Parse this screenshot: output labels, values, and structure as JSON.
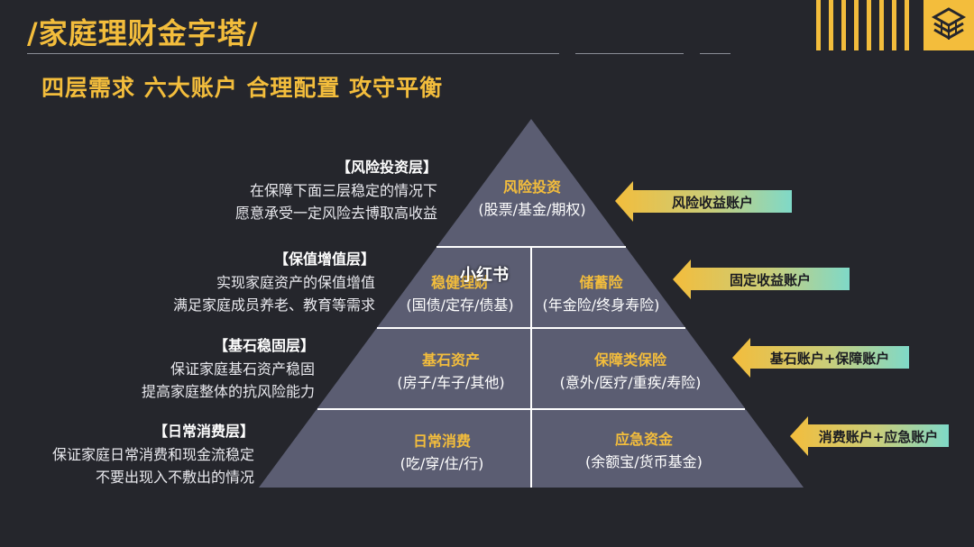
{
  "title": "/家庭理财金字塔/",
  "subtitle": "四层需求 六大账户 合理配置 攻守平衡",
  "watermark": "小红书",
  "colors": {
    "accent": "#f3bd3c",
    "background": "#25262c",
    "pyramid": "#5b5d72",
    "arrow_tip": "#f3bd3c",
    "arrow_tail": "#7fd9c8"
  },
  "layers": [
    {
      "title": "【风险投资层】",
      "lines": [
        "在保障下面三层稳定的情况下",
        "愿意承受一定风险去博取高收益"
      ]
    },
    {
      "title": "【保值增值层】",
      "lines": [
        "实现家庭资产的保值增值",
        "满足家庭成员养老、教育等需求"
      ]
    },
    {
      "title": "【基石稳固层】",
      "lines": [
        "保证家庭基石资产稳固",
        "提高家庭整体的抗风险能力"
      ]
    },
    {
      "title": "【日常消费层】",
      "lines": [
        "保证家庭日常消费和现金流稳定",
        "不要出现入不敷出的情况"
      ]
    }
  ],
  "pyramid_cells": [
    {
      "name": "风险投资",
      "sub": "(股票/基金/期权)"
    },
    {
      "name": "稳健理财",
      "sub": "(国债/定存/债基)"
    },
    {
      "name": "储蓄险",
      "sub": "(年金险/终身寿险)"
    },
    {
      "name": "基石资产",
      "sub": "(房子/车子/其他)"
    },
    {
      "name": "保障类保险",
      "sub": "(意外/医疗/重疾/寿险)"
    },
    {
      "name": "日常消费",
      "sub": "(吃/穿/住/行)"
    },
    {
      "name": "应急资金",
      "sub": "(余额宝/货币基金)"
    }
  ],
  "accounts": [
    {
      "label": "风险收益账户"
    },
    {
      "label": "固定收益账户"
    },
    {
      "label": "基石账户+保障账户"
    },
    {
      "label": "消费账户+应急账户"
    }
  ]
}
